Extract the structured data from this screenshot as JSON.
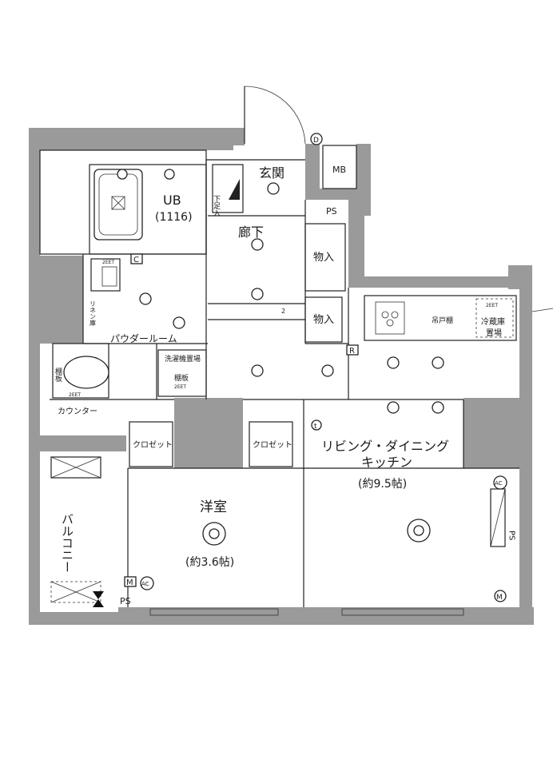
{
  "rooms": {
    "entrance": "玄関",
    "shoe_box": "下足入",
    "meter_box": "MB",
    "pipe_space_top": "PS",
    "unit_bath": "UB",
    "unit_bath_size": "(1116)",
    "hallway": "廊下",
    "storage_1": "物入",
    "storage_2": "物入",
    "linen": "リネン庫",
    "powder_room": "パウダールーム",
    "washer": "洗濯機置場",
    "shelf": "棚板",
    "shelf_2": "棚板",
    "counter": "カウンター",
    "closet_1": "クロゼット",
    "closet_2": "クロゼット",
    "ldk_line1": "リビング・ダイニング",
    "ldk_line2": "キッチン",
    "ldk_size": "(約9.5帖)",
    "western_room": "洋室",
    "western_size": "(約3.6帖)",
    "balcony": "バルコニー",
    "hanging_cabinet": "吊戸棚",
    "fridge_line1": "冷蔵庫",
    "fridge_line2": "置場",
    "pipe_space_right": "PS",
    "pipe_space_bottom": "PS"
  },
  "symbols": {
    "doorbell": "D",
    "c_box": "C",
    "router": "R",
    "tel": "t",
    "aircon_1": "AC",
    "aircon_2": "AC",
    "meter_m1": "M",
    "meter_m2": "M",
    "outlet_2eet_1": "2EET",
    "outlet_2eet_2": "2EET",
    "outlet_2eet_3": "2EET",
    "outlet_2eet_4": "2EET",
    "outlet_2": "2"
  },
  "colors": {
    "wall": "#9a9a9a",
    "line": "#222222",
    "background": "#ffffff"
  }
}
